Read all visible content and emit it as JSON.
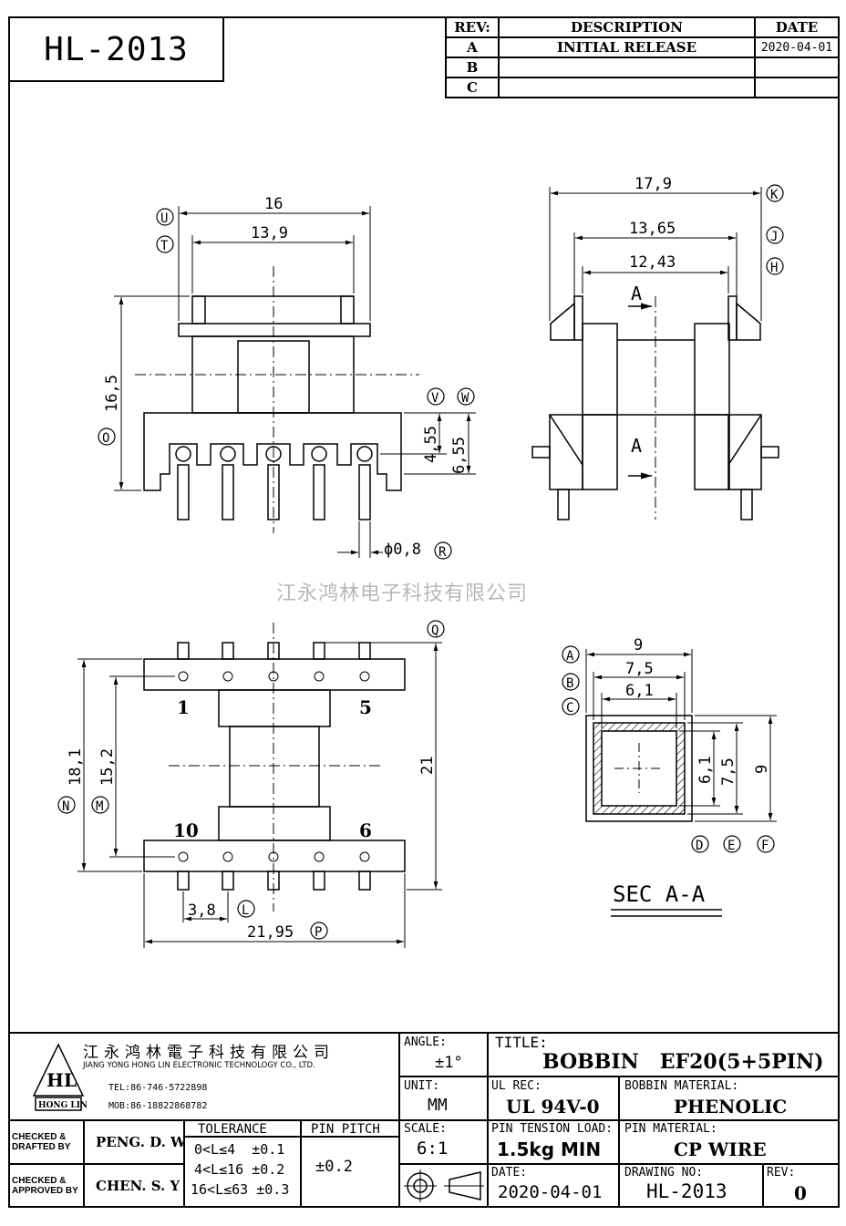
{
  "drawing_no": "HL-2013",
  "revisions": {
    "headers": [
      "REV:",
      "DESCRIPTION",
      "DATE"
    ],
    "rows": [
      {
        "rev": "A",
        "description": "INITIAL RELEASE",
        "date": "2020-04-01"
      },
      {
        "rev": "B",
        "description": "",
        "date": ""
      },
      {
        "rev": "C",
        "description": "",
        "date": ""
      }
    ]
  },
  "watermark": "江永鸿林电子科技有限公司",
  "front_view": {
    "dims": {
      "w16": "16",
      "w139": "13,9",
      "h165": "16,5",
      "h455": "4,55",
      "h655": "6,55",
      "pin": "ϕ0,8"
    },
    "markers": {
      "U": "U",
      "T": "T",
      "O": "O",
      "V": "V",
      "W": "W",
      "R": "R"
    }
  },
  "side_view": {
    "dims": {
      "w179": "17,9",
      "w1365": "13,65",
      "w1243": "12,43"
    },
    "section": "A",
    "markers": {
      "K": "K",
      "J": "J",
      "H": "H"
    }
  },
  "bottom_view": {
    "dims": {
      "w2195": "21,95",
      "h181": "18,1",
      "h152": "15,2",
      "h21": "21",
      "p38": "3,8"
    },
    "pins": {
      "p1": "1",
      "p5": "5",
      "p10": "10",
      "p6": "6"
    },
    "markers": {
      "Q": "Q",
      "N": "N",
      "M": "M",
      "L": "L",
      "P": "P"
    }
  },
  "section_view": {
    "title": "SEC A-A",
    "dims": {
      "w9": "9",
      "w75": "7,5",
      "w61": "6,1",
      "h61": "6,1",
      "h75": "7,5",
      "h9": "9"
    },
    "markers": {
      "A": "A",
      "B": "B",
      "C": "C",
      "D": "D",
      "E": "E",
      "F": "F"
    }
  },
  "title_block": {
    "company_cn": "江永鸿林電子科技有限公司",
    "company_en": "JIANG YONG HONG LIN ELECTRONIC TECHNOLOGY CO., LTD.",
    "tel": "TEL:86-746-5722898",
    "mob": "MOB:86-18822868782",
    "logo_text": "HL",
    "logo_sub": "HONG LIN",
    "angle_label": "ANGLE:",
    "angle_value": "±1°",
    "title_label": "TITLE:",
    "title_value": "BOBBIN   EF20(5+5PIN)",
    "unit_label": "UNIT:",
    "unit_value": "MM",
    "ul_label": "UL REC:",
    "ul_value": "UL 94V-0",
    "bobbin_material_label": "BOBBIN MATERIAL:",
    "bobbin_material_value": "PHENOLIC",
    "scale_label": "SCALE:",
    "scale_value": "6:1",
    "pin_tension_label": "PIN TENSION LOAD:",
    "pin_tension_value": "1.5kg MIN",
    "pin_material_label": "PIN MATERIAL:",
    "pin_material_value": "CP WIRE",
    "date_label": "DATE:",
    "date_value": "2020-04-01",
    "drawing_no_label": "DRAWING NO:",
    "drawing_no_value": "HL-2013",
    "rev_label": "REV:",
    "rev_value": "0",
    "checked_drafted_label": "CHECKED & DRAFTED BY",
    "checked_drafted_value": "PENG. D. W",
    "checked_approved_label": "CHECKED & APPROVED BY",
    "checked_approved_value": "CHEN. S. Y",
    "tolerance_label": "TOLERANCE",
    "tolerance_rows": [
      "0<L≤4  ±0.1",
      "4<L≤16 ±0.2",
      "16<L≤63 ±0.3"
    ],
    "pin_pitch_label": "PIN PITCH",
    "pin_pitch_value": "±0.2"
  }
}
